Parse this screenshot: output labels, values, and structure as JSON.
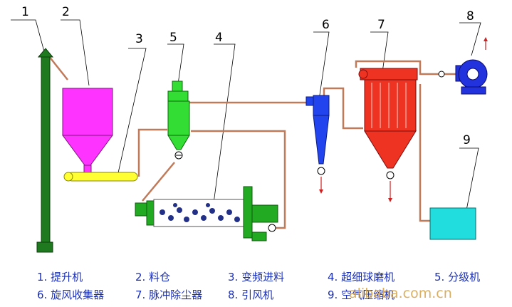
{
  "callouts": [
    "1",
    "2",
    "3",
    "4",
    "5",
    "6",
    "7",
    "8",
    "9"
  ],
  "legend": {
    "row1": [
      "1. 提升机",
      "2. 料仓",
      "3. 变频进料",
      "4. 超细球磨机",
      "5. 分级机"
    ],
    "row2": [
      "6. 旋风收集器",
      "7. 脉冲除尘器",
      "8. 引风机",
      "9. 空气压缩机"
    ]
  },
  "watermark": "alibaba.com.cn",
  "colors": {
    "elevator": "#1f7a1f",
    "silo": "#ff33ff",
    "feeder": "#ffff33",
    "classifier": "#33dd33",
    "mill": "#22aa22",
    "cyclone": "#2244ee",
    "collector": "#ee3322",
    "fan": "#2233dd",
    "compressor": "#22dddd",
    "pipe": "#cc8866",
    "legend_text": "#1a2fb8"
  }
}
